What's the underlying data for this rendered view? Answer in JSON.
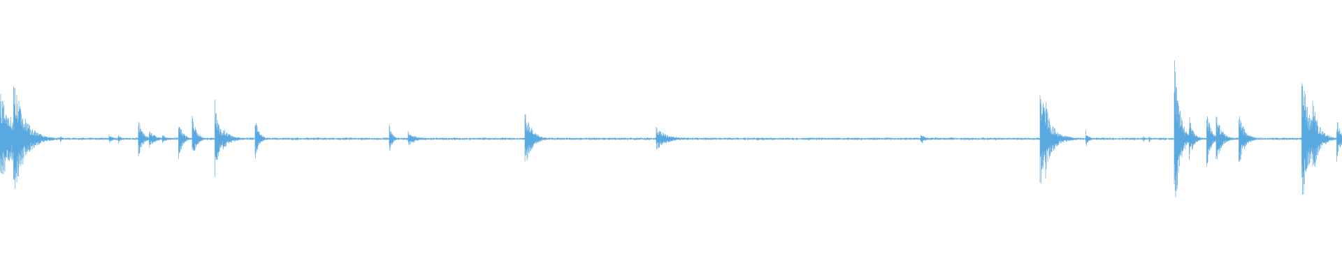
{
  "waveform": {
    "color": "#5aa8e0",
    "background": "#ffffff",
    "noise_floor": 0.012,
    "events": [
      {
        "pos": 0.0,
        "amp": 0.58,
        "decay": 0.011
      },
      {
        "pos": 0.01,
        "amp": 0.74,
        "decay": 0.008
      },
      {
        "pos": 0.045,
        "amp": 0.04,
        "decay": 0.002
      },
      {
        "pos": 0.081,
        "amp": 0.08,
        "decay": 0.002
      },
      {
        "pos": 0.088,
        "amp": 0.06,
        "decay": 0.002
      },
      {
        "pos": 0.103,
        "amp": 0.26,
        "decay": 0.003
      },
      {
        "pos": 0.111,
        "amp": 0.12,
        "decay": 0.004
      },
      {
        "pos": 0.121,
        "amp": 0.06,
        "decay": 0.003
      },
      {
        "pos": 0.133,
        "amp": 0.26,
        "decay": 0.003
      },
      {
        "pos": 0.143,
        "amp": 0.32,
        "decay": 0.003
      },
      {
        "pos": 0.16,
        "amp": 0.54,
        "decay": 0.003
      },
      {
        "pos": 0.166,
        "amp": 0.14,
        "decay": 0.006
      },
      {
        "pos": 0.19,
        "amp": 0.26,
        "decay": 0.003
      },
      {
        "pos": 0.22,
        "amp": 0.02,
        "decay": 0.002
      },
      {
        "pos": 0.29,
        "amp": 0.22,
        "decay": 0.002
      },
      {
        "pos": 0.304,
        "amp": 0.1,
        "decay": 0.005
      },
      {
        "pos": 0.391,
        "amp": 0.36,
        "decay": 0.005
      },
      {
        "pos": 0.489,
        "amp": 0.14,
        "decay": 0.008
      },
      {
        "pos": 0.686,
        "amp": 0.08,
        "decay": 0.003
      },
      {
        "pos": 0.775,
        "amp": 0.6,
        "decay": 0.007
      },
      {
        "pos": 0.779,
        "amp": 0.5,
        "decay": 0.004
      },
      {
        "pos": 0.809,
        "amp": 0.12,
        "decay": 0.002
      },
      {
        "pos": 0.852,
        "amp": 0.06,
        "decay": 0.001
      },
      {
        "pos": 0.856,
        "amp": 0.06,
        "decay": 0.001
      },
      {
        "pos": 0.875,
        "amp": 1.0,
        "decay": 0.004
      },
      {
        "pos": 0.886,
        "amp": 0.3,
        "decay": 0.003
      },
      {
        "pos": 0.899,
        "amp": 0.4,
        "decay": 0.003
      },
      {
        "pos": 0.906,
        "amp": 0.32,
        "decay": 0.004
      },
      {
        "pos": 0.923,
        "amp": 0.36,
        "decay": 0.004
      },
      {
        "pos": 0.97,
        "amp": 0.82,
        "decay": 0.006
      },
      {
        "pos": 0.978,
        "amp": 0.46,
        "decay": 0.005
      },
      {
        "pos": 0.996,
        "amp": 0.28,
        "decay": 0.003
      }
    ]
  }
}
